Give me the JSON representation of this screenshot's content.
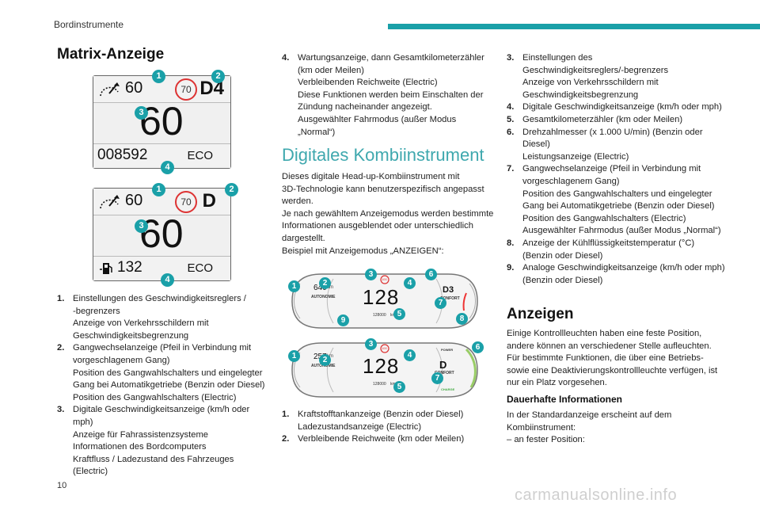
{
  "header": {
    "section": "Bordinstrumente"
  },
  "page_number": "10",
  "watermark": "carmanualsonline.info",
  "matrix": {
    "title": "Matrix-Anzeige",
    "panel1": {
      "speed_set": "60",
      "limit": "70",
      "gear": "D4",
      "speed": "60",
      "odometer": "008592",
      "mode": "ECO"
    },
    "panel2": {
      "speed_set": "60",
      "limit": "70",
      "gear": "D",
      "speed": "60",
      "range": "132",
      "mode": "ECO"
    },
    "list": [
      {
        "num": "1.",
        "lines": [
          "Einstellungen des Geschwindigkeitsreglers /",
          "-begrenzers",
          "Anzeige von Verkehrsschildern mit",
          "Geschwindigkeitsbegrenzung"
        ]
      },
      {
        "num": "2.",
        "lines": [
          "Gangwechselanzeige (Pfeil in Verbindung mit",
          "vorgeschlagenem Gang)",
          "Position des Gangwahlschalters und eingelegter",
          "Gang bei Automatikgetriebe (Benzin oder Diesel)",
          "Position des Gangwahlschalters (Electric)"
        ]
      },
      {
        "num": "3.",
        "lines": [
          "Digitale Geschwindigkeitsanzeige (km/h oder mph)",
          "Anzeige für Fahrassistenzsysteme",
          "Informationen des Bordcomputers",
          "Kraftfluss / Ladezustand des Fahrzeuges (Electric)"
        ]
      }
    ]
  },
  "middle": {
    "item4": {
      "num": "4.",
      "lines": [
        "Wartungsanzeige, dann Gesamtkilometerzähler",
        "(km oder Meilen)",
        "Verbleibenden Reichweite (Electric)",
        "Diese Funktionen werden beim Einschalten der",
        "Zündung nacheinander angezeigt.",
        "Ausgewählter Fahrmodus (außer Modus „Normal“)"
      ]
    },
    "title": "Digitales Kombiinstrument",
    "intro": [
      "Dieses digitale Head-up-Kombiinstrument mit",
      "3D-Technologie kann benutzerspezifisch angepasst",
      "werden.",
      "Je nach gewähltem Anzeigemodus werden bestimmte",
      "Informationen ausgeblendet oder unterschiedlich",
      "dargestellt.",
      "Beispiel mit Anzeigemodus „ANZEIGEN“:"
    ],
    "cluster1": {
      "speed": "128",
      "odometer": "128000",
      "odo_unit": "km",
      "range": "640",
      "range_unit": "km",
      "label_left": "AUTONOMIE",
      "gear": "D3",
      "label_right": "CONFORT",
      "limit": "100"
    },
    "cluster2": {
      "speed": "128",
      "odometer": "128000",
      "odo_unit": "km",
      "range": "257",
      "range_unit": "km",
      "label_left": "AUTONOMIE",
      "gear": "D",
      "label_right": "CONFORT",
      "limit": "100",
      "power": "POWER",
      "charge": "CHARGE"
    },
    "list": [
      {
        "num": "1.",
        "lines": [
          "Kraftstofftankanzeige (Benzin oder Diesel)",
          "Ladezustandsanzeige (Electric)"
        ]
      },
      {
        "num": "2.",
        "lines": [
          "Verbleibende Reichweite (km oder Meilen)"
        ]
      }
    ]
  },
  "right": {
    "list": [
      {
        "num": "3.",
        "lines": [
          "Einstellungen des",
          "Geschwindigkeitsreglers/-begrenzers",
          "Anzeige von Verkehrsschildern mit",
          "Geschwindigkeitsbegrenzung"
        ]
      },
      {
        "num": "4.",
        "lines": [
          "Digitale Geschwindigkeitsanzeige (km/h oder mph)"
        ]
      },
      {
        "num": "5.",
        "lines": [
          "Gesamtkilometerzähler (km oder Meilen)"
        ]
      },
      {
        "num": "6.",
        "lines": [
          "Drehzahlmesser (x 1.000 U/min) (Benzin oder",
          "Diesel)",
          "Leistungsanzeige (Electric)"
        ]
      },
      {
        "num": "7.",
        "lines": [
          "Gangwechselanzeige (Pfeil in Verbindung mit",
          "vorgeschlagenem Gang)",
          "Position des Gangwahlschalters und eingelegter",
          "Gang bei Automatikgetriebe (Benzin oder Diesel)",
          "Position des Gangwahlschalters (Electric)",
          "Ausgewählter Fahrmodus (außer Modus „Normal“)"
        ]
      },
      {
        "num": "8.",
        "lines": [
          "Anzeige der Kühlflüssigkeitstemperatur (°C)",
          "(Benzin oder Diesel)"
        ]
      },
      {
        "num": "9.",
        "lines": [
          "Analoge Geschwindigkeitsanzeige (km/h oder mph)",
          "(Benzin oder Diesel)"
        ]
      }
    ],
    "anzeigen_title": "Anzeigen",
    "anzeigen_text": [
      "Einige Kontrollleuchten haben eine feste Position,",
      "andere können an verschiedener Stelle aufleuchten.",
      "Für bestimmte Funktionen, die über eine Betriebs-",
      "sowie eine Deaktivierungskontrollleuchte verfügen, ist",
      "nur ein Platz vorgesehen."
    ],
    "dauer_title": "Dauerhafte Informationen",
    "dauer_text": [
      "In der Standardanzeige erscheint auf dem",
      "Kombiinstrument:",
      "–  an fester Position:"
    ]
  },
  "badges": {
    "b1": "1",
    "b2": "2",
    "b3": "3",
    "b4": "4",
    "b5": "5",
    "b6": "6",
    "b7": "7",
    "b8": "8",
    "b9": "9"
  },
  "colors": {
    "accent": "#1aa0a8",
    "limit_ring": "#dd3333"
  }
}
